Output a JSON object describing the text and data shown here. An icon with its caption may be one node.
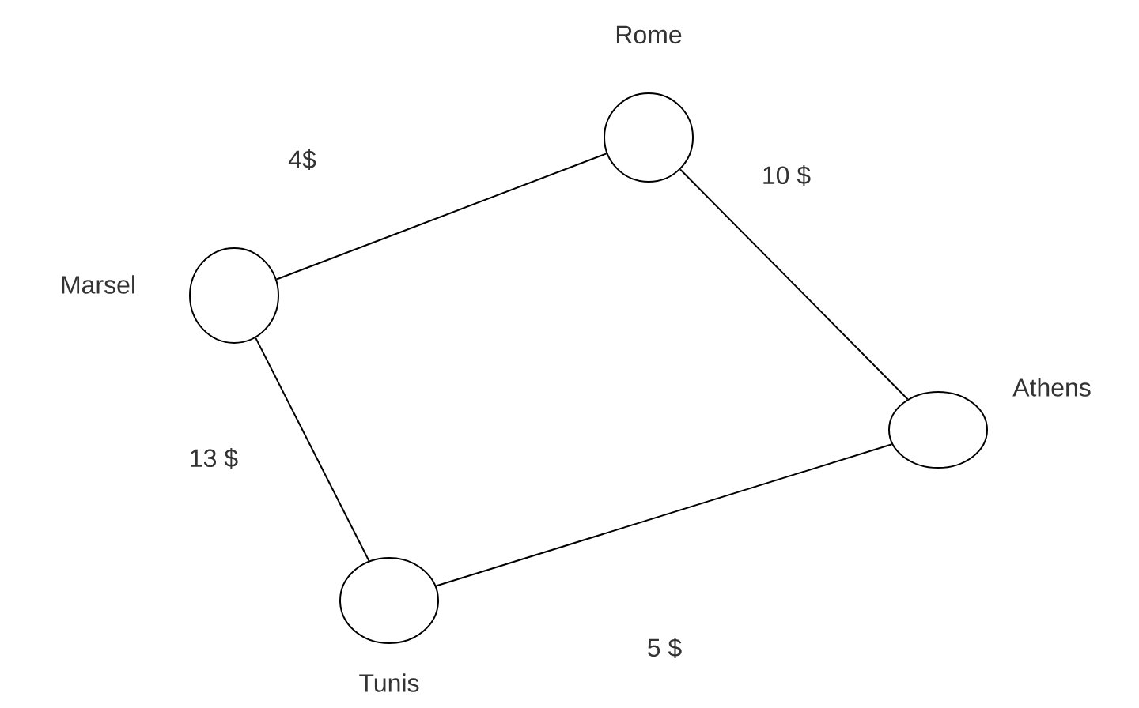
{
  "diagram": {
    "nodes": [
      {
        "text": [],
        "shape": "circle",
        "beside": [
          "Rome"
        ]
      },
      {
        "text": [],
        "shape": "circle",
        "beside": [
          "Marsel"
        ]
      },
      {
        "text": [],
        "shape": "circle",
        "beside": [
          "Athens"
        ]
      },
      {
        "text": [],
        "shape": "circle",
        "beside": [
          "Tunis"
        ]
      }
    ],
    "edges": [
      {
        "from": 1,
        "to": 0,
        "arrow": "none",
        "label": "4$"
      },
      {
        "from": 0,
        "to": 2,
        "arrow": "none",
        "label": "10 $"
      },
      {
        "from": 3,
        "to": 1,
        "arrow": "none",
        "label": "13 $"
      },
      {
        "from": 3,
        "to": 2,
        "arrow": "none",
        "label": "5 $"
      }
    ]
  }
}
